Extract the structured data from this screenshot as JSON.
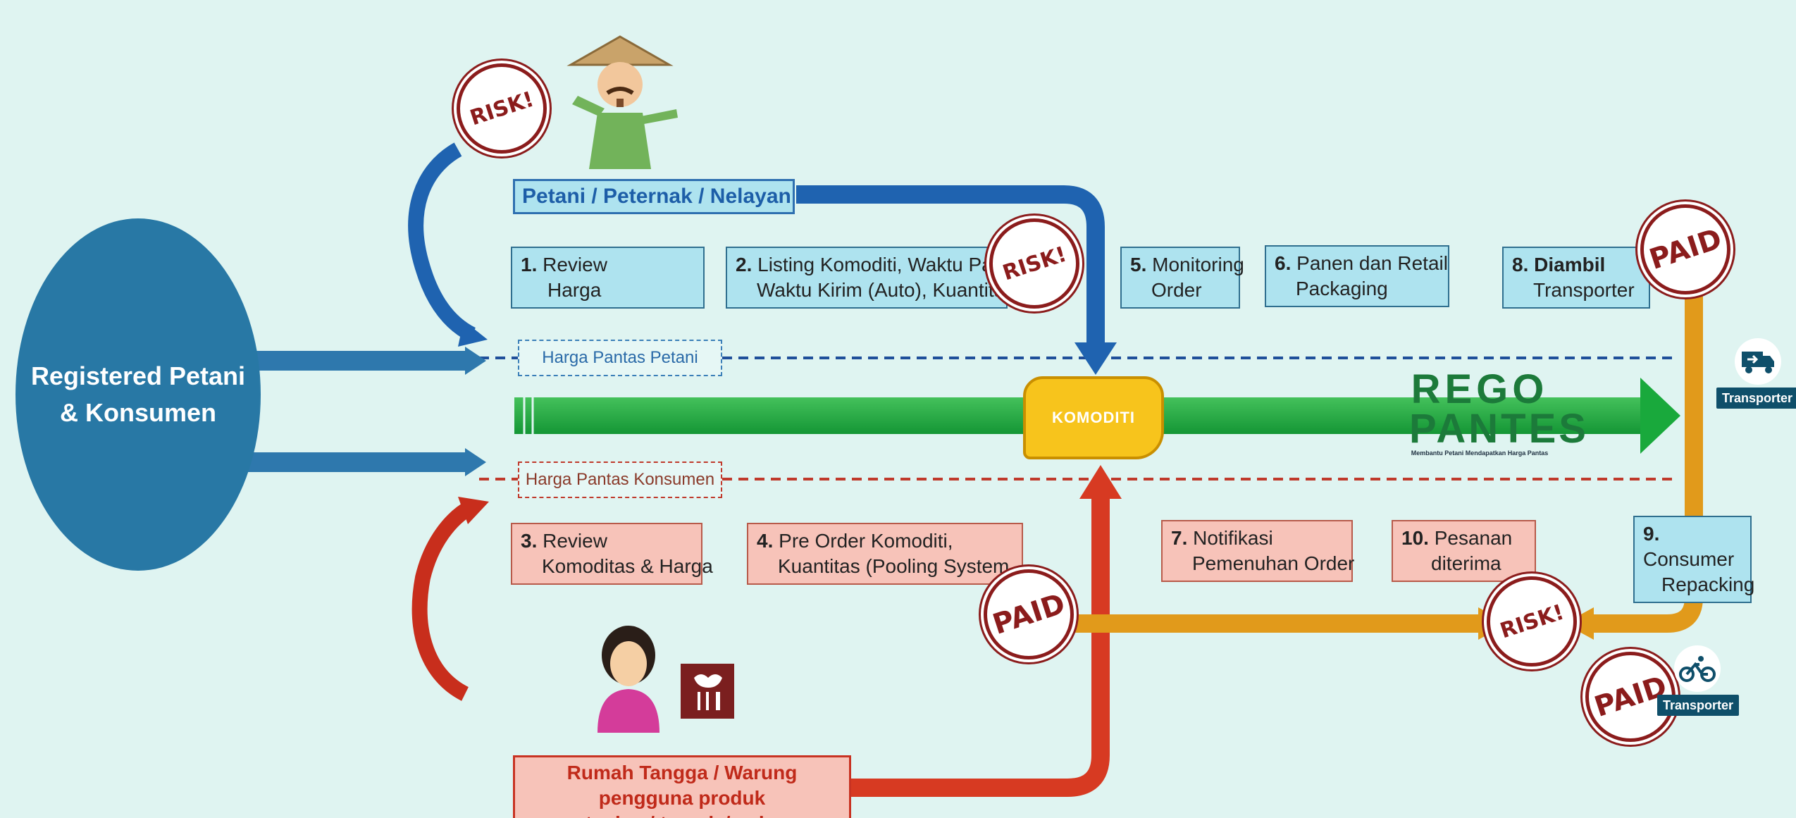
{
  "center": {
    "line1": "Registered Petani",
    "line2": "& Konsumen"
  },
  "farmer_label": "Petani / Peternak / Nelayan",
  "consumer_label_line1": "Rumah Tangga / Warung pengguna produk",
  "consumer_label_line2": "pertanian / ternak / nelayan",
  "price_farmer": "Harga Pantas Petani",
  "price_consumer": "Harga Pantas Konsumen",
  "komoditi": "KOMODITI",
  "logo": {
    "line1": "REGO",
    "line2": "PANTES",
    "tagline": "Membantu Petani Mendapatkan Harga Pantas"
  },
  "steps": {
    "s1": {
      "num": "1.",
      "line1": "Review",
      "line2": "Harga"
    },
    "s2": {
      "num": "2.",
      "line1": "Listing Komoditi, Waktu Panen,",
      "line2": "Waktu Kirim (Auto), Kuantitas"
    },
    "s3": {
      "num": "3.",
      "line1": "Review",
      "line2": "Komoditas & Harga"
    },
    "s4": {
      "num": "4.",
      "line1": "Pre Order Komoditi,",
      "line2": "Kuantitas (Pooling System"
    },
    "s5": {
      "num": "5.",
      "line1": "Monitoring",
      "line2": "Order"
    },
    "s6": {
      "num": "6.",
      "line1": "Panen dan Retail",
      "line2": "Packaging"
    },
    "s7": {
      "num": "7.",
      "line1": "Notifikasi",
      "line2": "Pemenuhan Order"
    },
    "s8": {
      "num": "8.",
      "line1": "Diambil",
      "line2": "Transporter"
    },
    "s9": {
      "num": "9.",
      "line1": "Consumer",
      "line2": "Repacking"
    },
    "s10": {
      "num": "10.",
      "line1": "Pesanan",
      "line2": "diterima"
    }
  },
  "stamps": {
    "risk": "RISK!",
    "paid": "PAID"
  },
  "transporter_label": "Transporter",
  "colors": {
    "blue_flow": "#1f63b0",
    "red_flow": "#d73a22",
    "green_flow": "#19a93c",
    "orange_flow": "#e19a1b",
    "stamp": "#8b1c1c",
    "background": "#dff4f1"
  }
}
